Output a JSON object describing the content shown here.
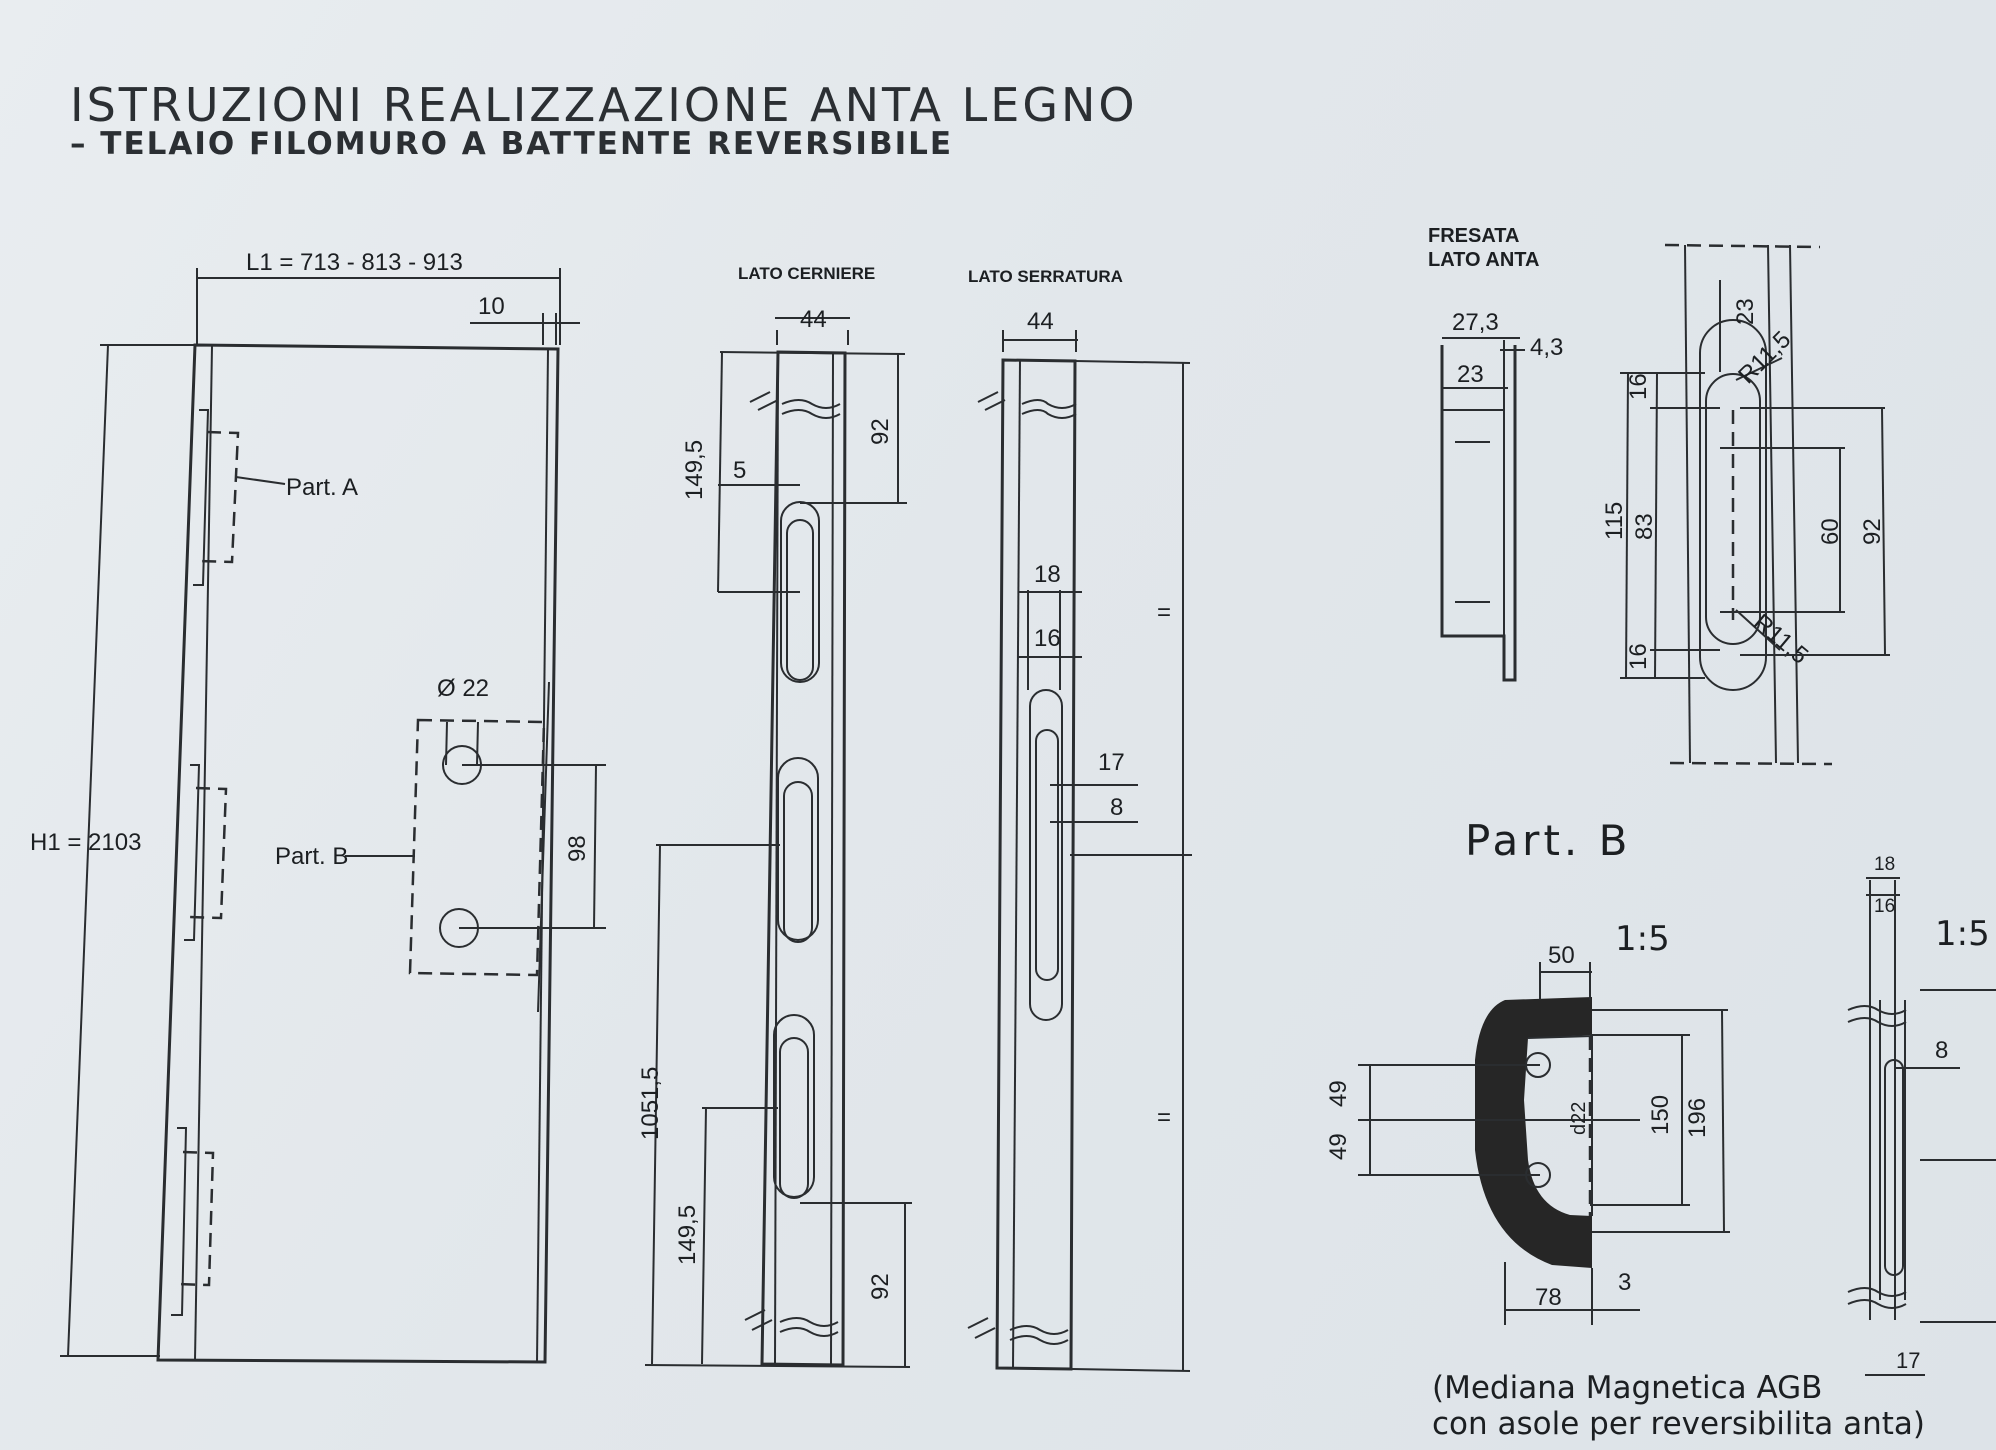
{
  "title": "ISTRUZIONI REALIZZAZIONE ANTA LEGNO",
  "subtitle": "– TELAIO FILOMURO A BATTENTE REVERSIBILE",
  "door": {
    "width_label": "L1 = 713 - 813 - 913",
    "height_label": "H1 = 2103",
    "dim_10": "10",
    "part_a": "Part. A",
    "part_b": "Part. B",
    "hole_dia": "Ø 22",
    "dim_98": "98"
  },
  "hinge_side": {
    "label": "LATO CERNIERE",
    "w": "44",
    "d_1495_top": "149,5",
    "d_5": "5",
    "d_92_top": "92",
    "d_10515": "1051,5",
    "d_1495_bot": "149,5",
    "d_92_bot": "92"
  },
  "lock_side": {
    "label": "LATO SERRATURA",
    "w": "44",
    "d_18": "18",
    "d_16": "16",
    "d_17": "17",
    "d_8": "8",
    "eq": "="
  },
  "milling": {
    "label_1": "FRESATA",
    "label_2": "LATO ANTA",
    "d_273": "27,3",
    "d_43": "4,3",
    "d_23": "23"
  },
  "hinge_detail": {
    "d_23": "23",
    "r_115": "R11,5",
    "d_16a": "16",
    "d_115": "115",
    "d_83": "83",
    "d_16b": "16",
    "d_60": "60",
    "d_92": "92"
  },
  "part_b_detail": {
    "title": "Part. B",
    "scale_1": "1:5",
    "scale_2": "1:5",
    "d_50": "50",
    "d_49a": "49",
    "d_49b": "49",
    "d_d22": "d22",
    "d_150": "150",
    "d_196": "196",
    "d_78": "78",
    "d_3": "3",
    "d_18": "18",
    "d_16": "16",
    "d_8": "8",
    "d_17": "17",
    "note_1": "(Mediana Magnetica AGB",
    "note_2": "con asole per reversibilita anta)"
  }
}
